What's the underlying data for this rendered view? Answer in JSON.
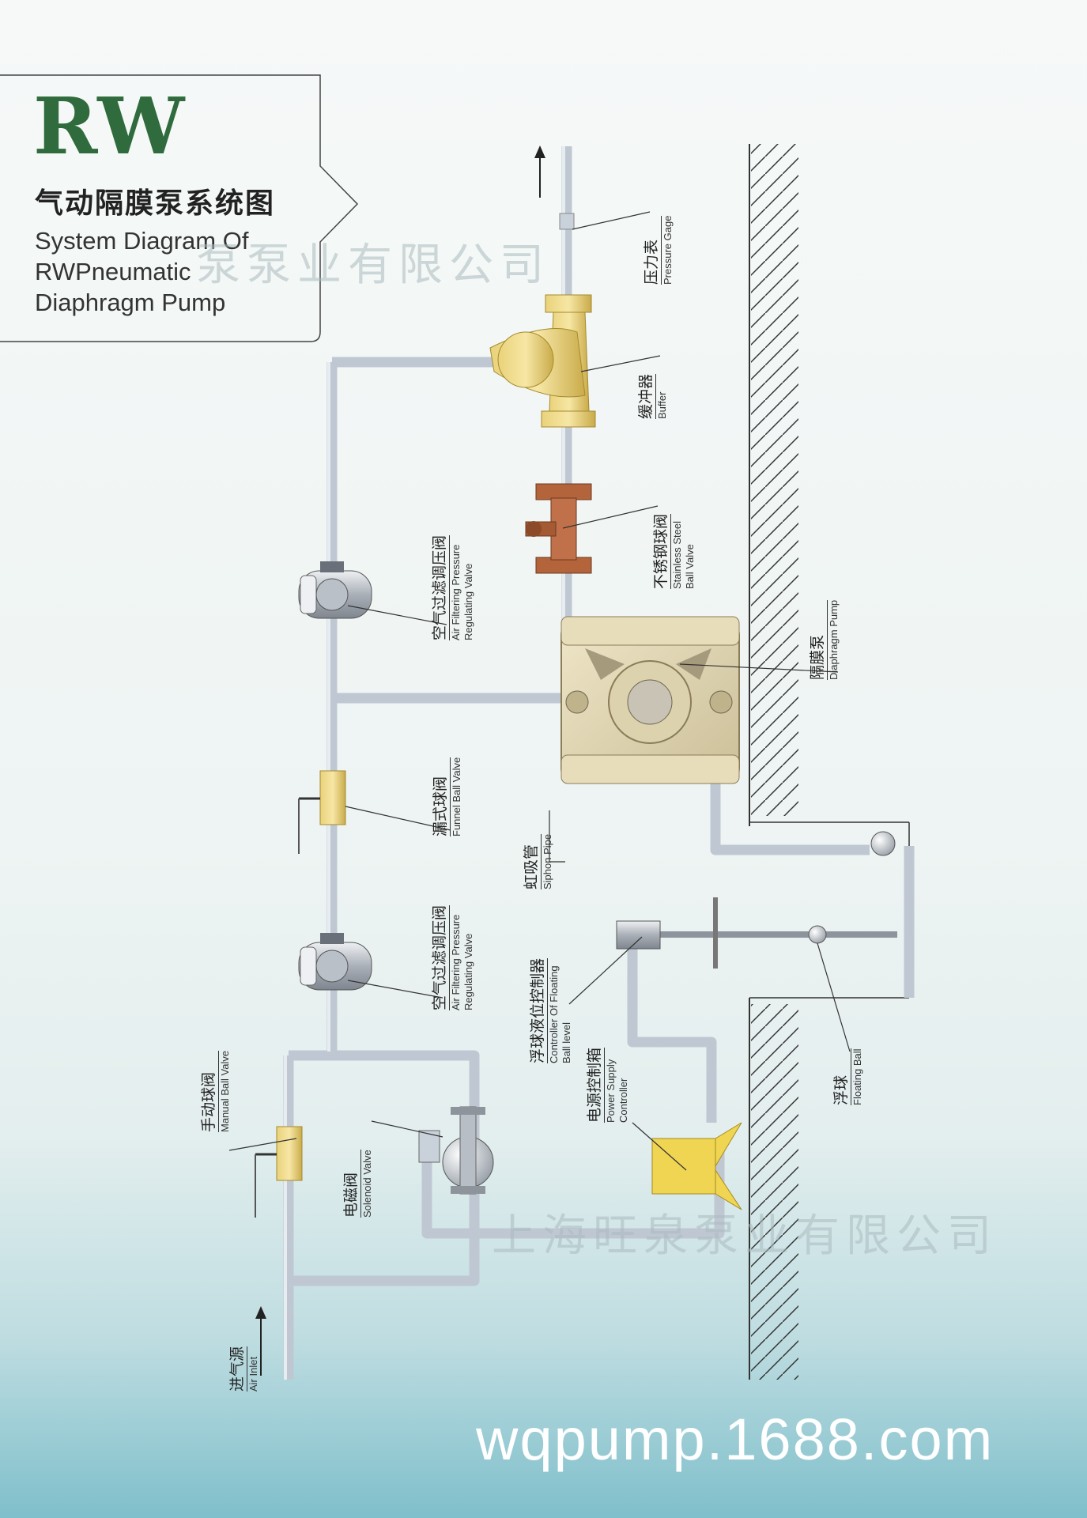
{
  "title": {
    "brand": "RW",
    "cn": "气动隔膜泵系统图",
    "en": "System Diagram Of\nRWPneumatic\nDiaphragm Pump"
  },
  "watermarks": {
    "top": "泵泵业有限公司",
    "bottom": "上海旺泉泵业有限公司"
  },
  "website": "wqpump.1688.com",
  "labels": {
    "pressure_gage": {
      "cn": "压力表",
      "en": "Pressure Gage"
    },
    "buffer": {
      "cn": "缓冲器",
      "en": "Buffer"
    },
    "stainless_ball_valve": {
      "cn": "不锈钢球阀",
      "en1": "Stainless Steel",
      "en2": "Ball Valve"
    },
    "diaphragm_pump": {
      "cn": "隔膜泵",
      "en": "Diaphragm Pump"
    },
    "air_filter_upper": {
      "cn": "空气过滤调压阀",
      "en1": "Air Filtering Pressure",
      "en2": "Regulating Valve"
    },
    "funnel_ball_valve": {
      "cn": "漏式球阀",
      "en": "Funnel Ball Valve"
    },
    "siphon_pipe": {
      "cn": "虹吸管",
      "en": "Siphon Pipe"
    },
    "air_filter_lower": {
      "cn": "空气过滤调压阀",
      "en1": "Air Filtering Pressure",
      "en2": "Regulating Valve"
    },
    "float_controller": {
      "cn": "浮球液位控制器",
      "en1": "Controller Of Floating",
      "en2": "Ball level"
    },
    "power_controller": {
      "cn": "电源控制箱",
      "en1": "Power Supply",
      "en2": "Controller"
    },
    "floating_ball": {
      "cn": "浮球",
      "en": "Floating Ball"
    },
    "manual_ball_valve": {
      "cn": "手动球阀",
      "en": "Manual Ball Valve"
    },
    "solenoid_valve": {
      "cn": "电磁阀",
      "en": "Solenoid Valve"
    },
    "air_inlet": {
      "cn": "进气源",
      "en": "Air Inlet"
    }
  }
}
